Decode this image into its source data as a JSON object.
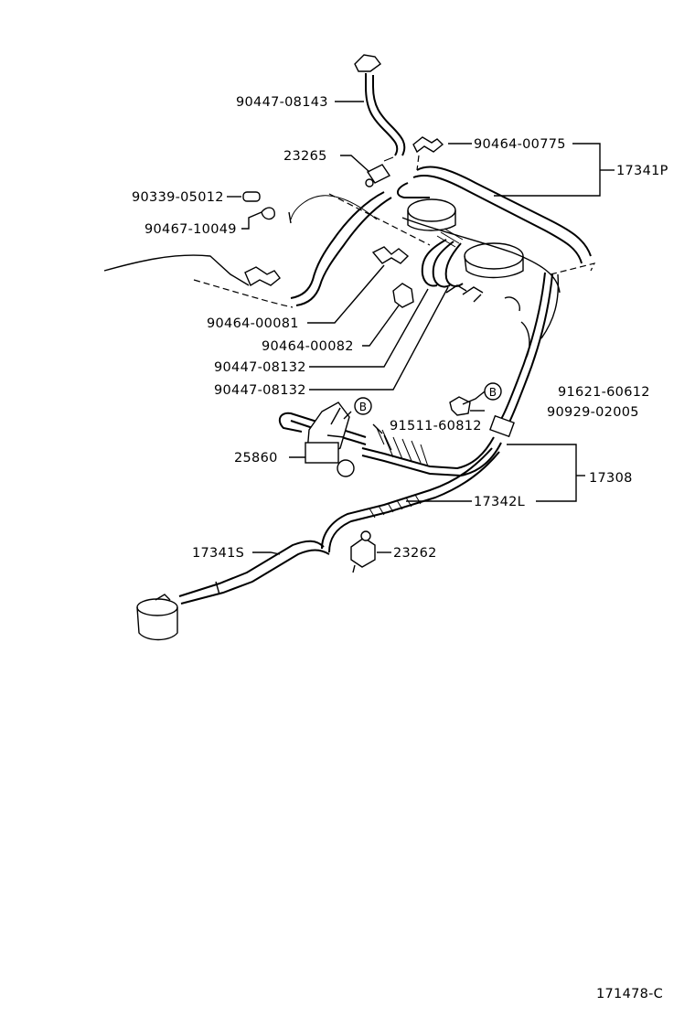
{
  "labels": {
    "p90447_08143": "90447-08143",
    "p90464_00775": "90464-00775",
    "p17341P": "17341P",
    "p23265": "23265",
    "p90339_05012": "90339-05012",
    "p90467_10049": "90467-10049",
    "p90464_00081": "90464-00081",
    "p90464_00082": "90464-00082",
    "p90447_08132_a": "90447-08132",
    "p90447_08132_b": "90447-08132",
    "p91621_60612": "91621-60612",
    "p90929_02005": "90929-02005",
    "p91511_60812": "91511-60812",
    "p25860": "25860",
    "p17308": "17308",
    "p17342L": "17342L",
    "p17341S": "17341S",
    "p23262": "23262",
    "ref_b_1": "B",
    "ref_b_2": "B"
  },
  "figure_code": "171478-C"
}
